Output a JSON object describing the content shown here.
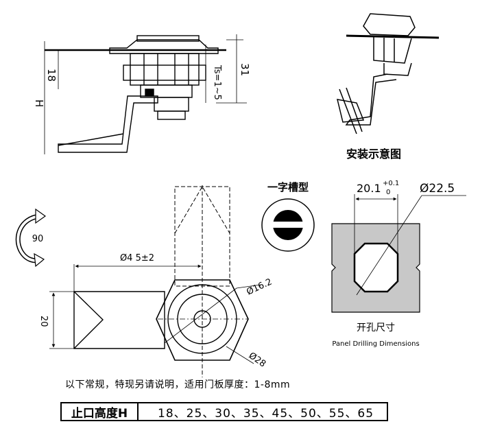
{
  "side_view": {
    "dim_h": "H",
    "dim_18": "18",
    "dim_ts": "Ts=1~5",
    "dim_31": "31"
  },
  "iso_view": {
    "caption": "安装示意图"
  },
  "slot": {
    "caption": "一字槽型"
  },
  "rotation": {
    "angle": "90"
  },
  "front_view": {
    "dim_reach": "Ø4 5±2",
    "dim_width": "20",
    "dim_inner": "Ø16.2",
    "dim_outer": "Ø28"
  },
  "panel": {
    "dim_flat": "20.1",
    "dim_tol_upper": "+0.1",
    "dim_tol_lower": "0",
    "dim_diameter": "Ø22.5",
    "caption_cn": "开孔尺寸",
    "caption_en": "Panel Drilling Dimensions",
    "fill_color": "#c8c8c8"
  },
  "note": "以下常规，特现另请说明，适用门板厚度：1-8mm",
  "height_table": {
    "header": "止口高度H",
    "values": "18、25、30、35、45、50、55、65"
  }
}
